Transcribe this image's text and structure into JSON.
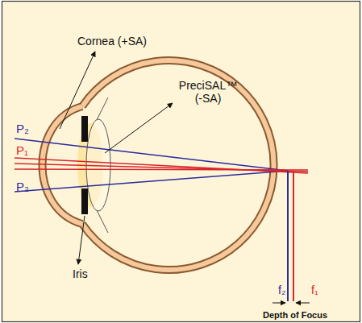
{
  "diagram": {
    "labels": [
      "Cornea (+SA)",
      "PreciSAL™ (-SA)",
      "Iris",
      "P₂",
      "P₁",
      "P₂",
      "f₂",
      "f₁",
      "Depth of Focus"
    ]
  }
}
